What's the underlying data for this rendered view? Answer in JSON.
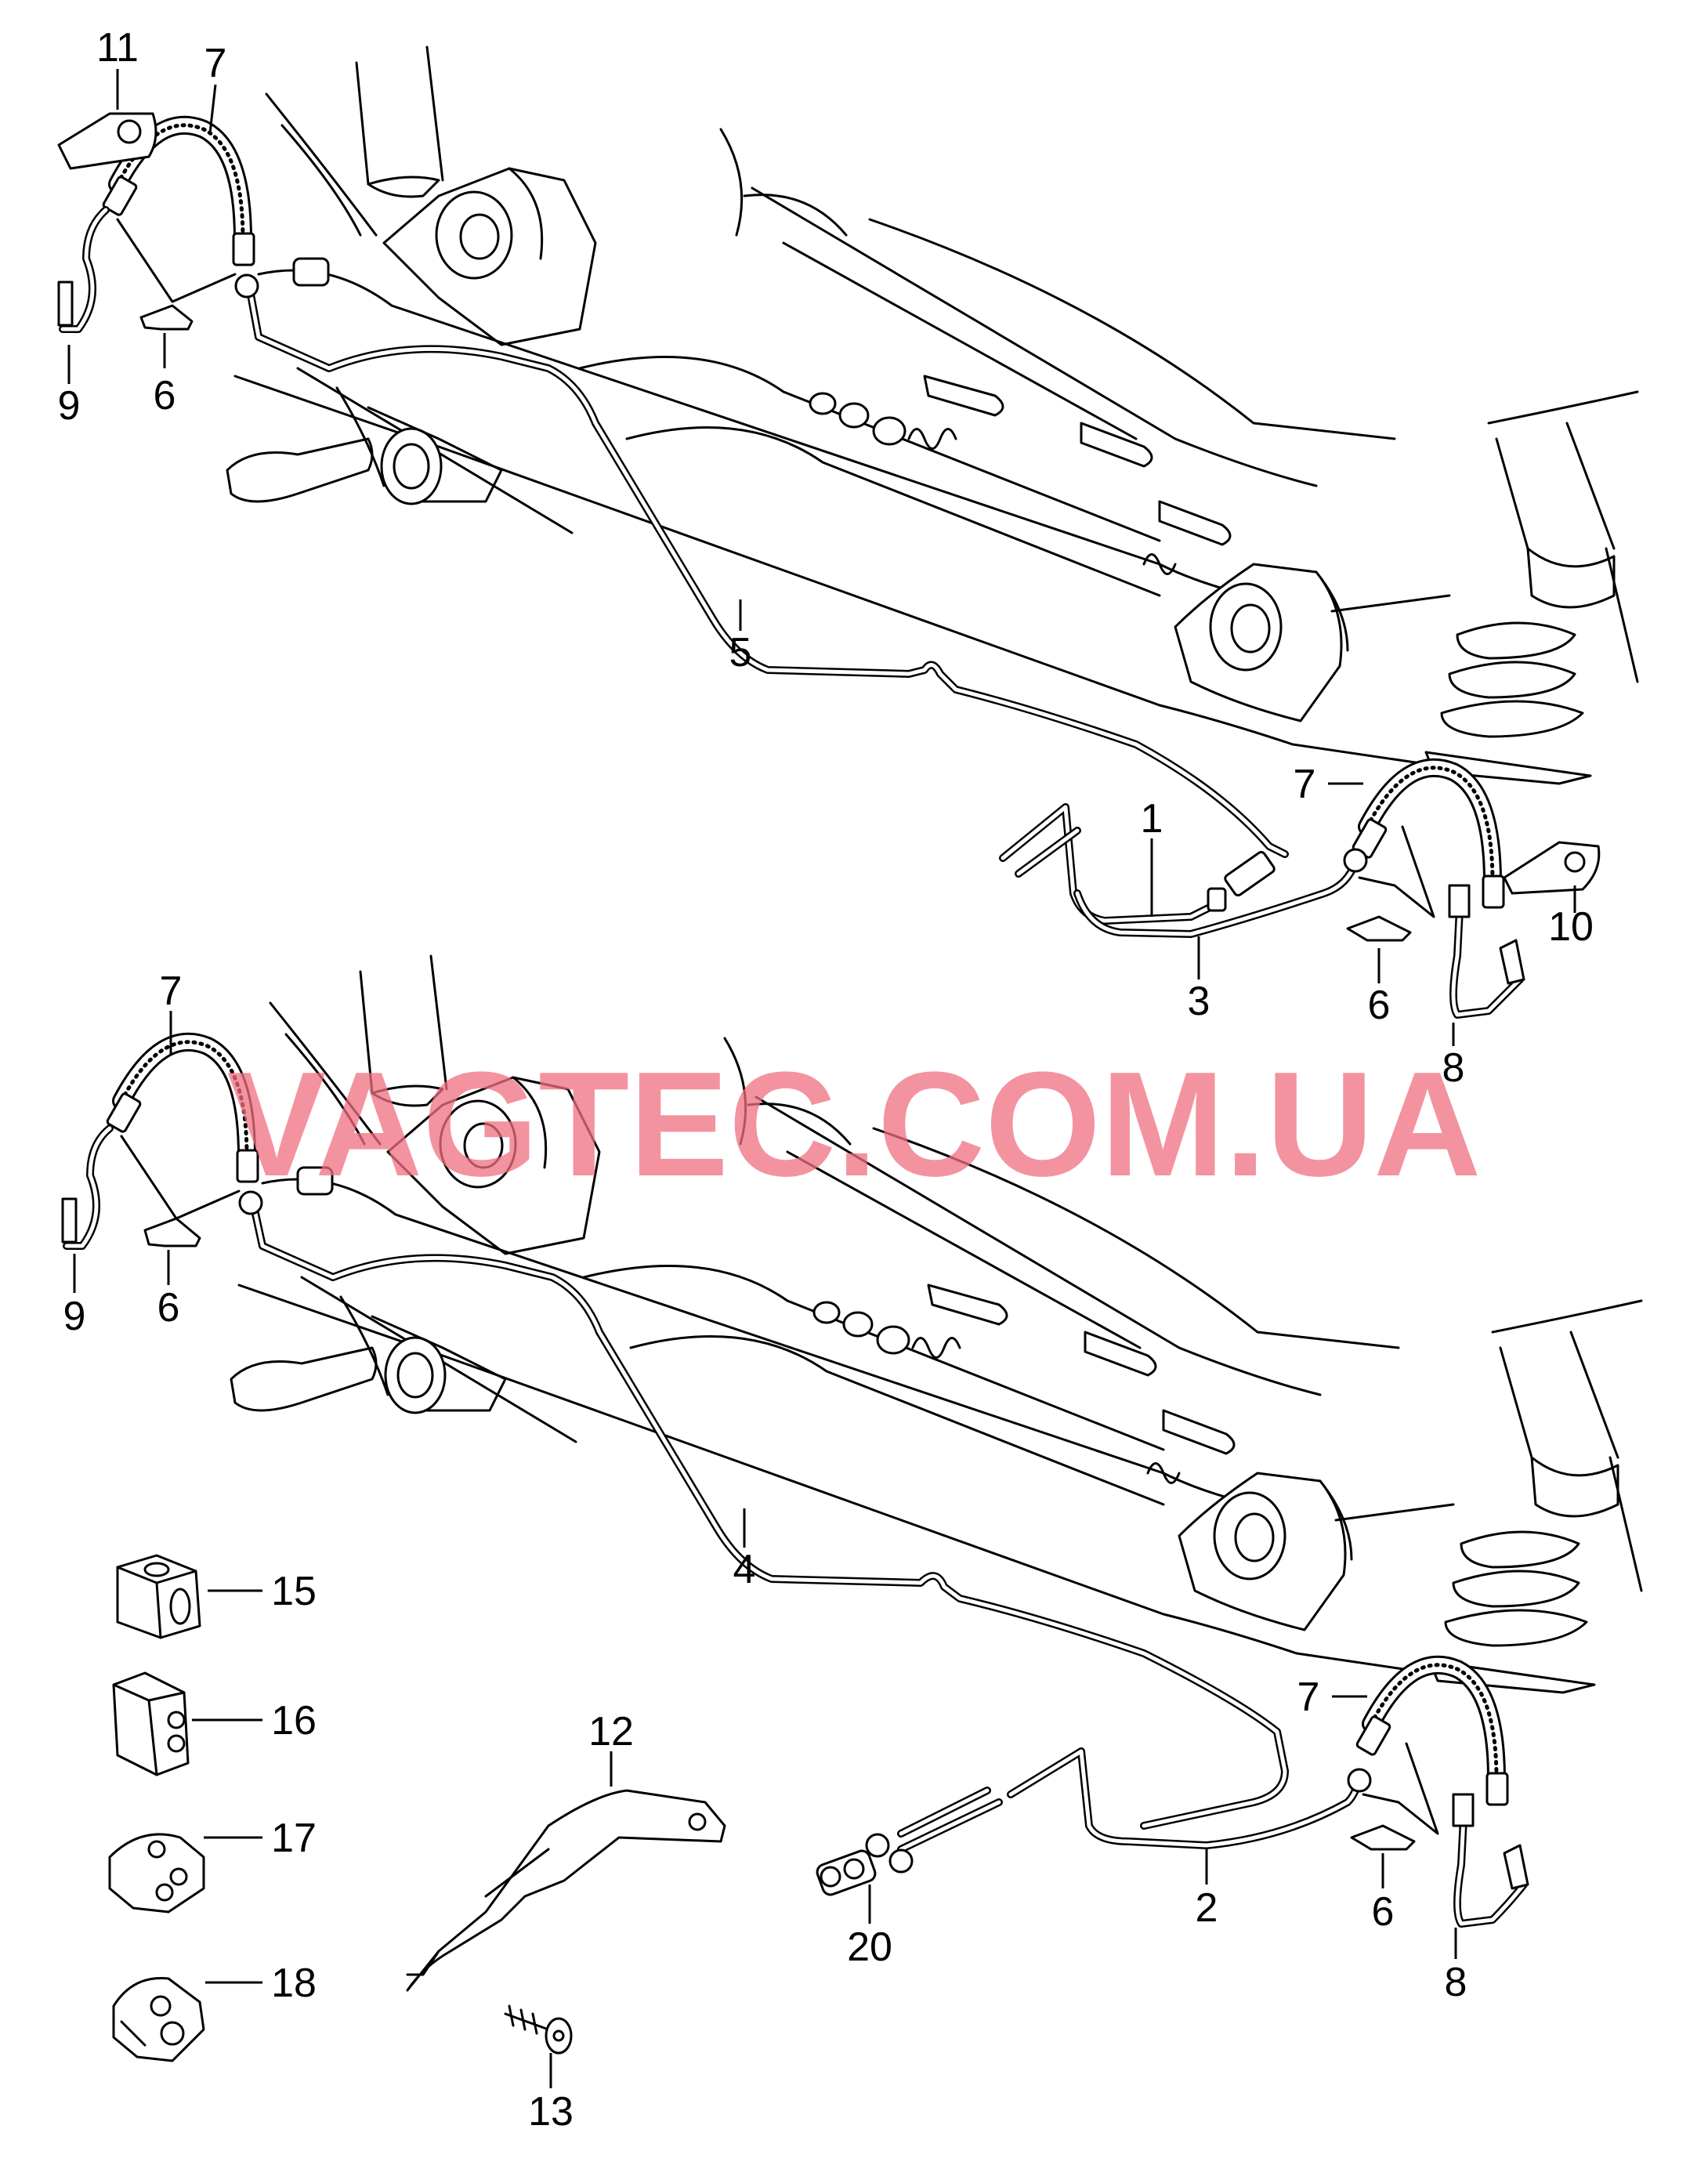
{
  "watermark": "VAGTEC.COM.UA",
  "callouts": {
    "top": {
      "c11": "11",
      "c7a": "7",
      "c9": "9",
      "c6a": "6",
      "c5": "5",
      "c7b": "7",
      "c1": "1",
      "c3": "3",
      "c6b": "6",
      "c10": "10",
      "c8": "8"
    },
    "bottom": {
      "c7a": "7",
      "c9": "9",
      "c6a": "6",
      "c4": "4",
      "c7b": "7",
      "c2": "2",
      "c6b": "6",
      "c8": "8",
      "c20": "20",
      "c12": "12",
      "c13": "13"
    },
    "loose": {
      "c15": "15",
      "c16": "16",
      "c17": "17",
      "c18": "18"
    }
  },
  "icons": {
    "axle": "rear-axle-beam",
    "hose": "brake-hose",
    "pipe": "brake-line",
    "bracket": "retaining-bracket",
    "clip": "hose-clip",
    "clamp": "pipe-clamp",
    "screw": "tapping-screw",
    "coupler": "pipe-connector"
  }
}
